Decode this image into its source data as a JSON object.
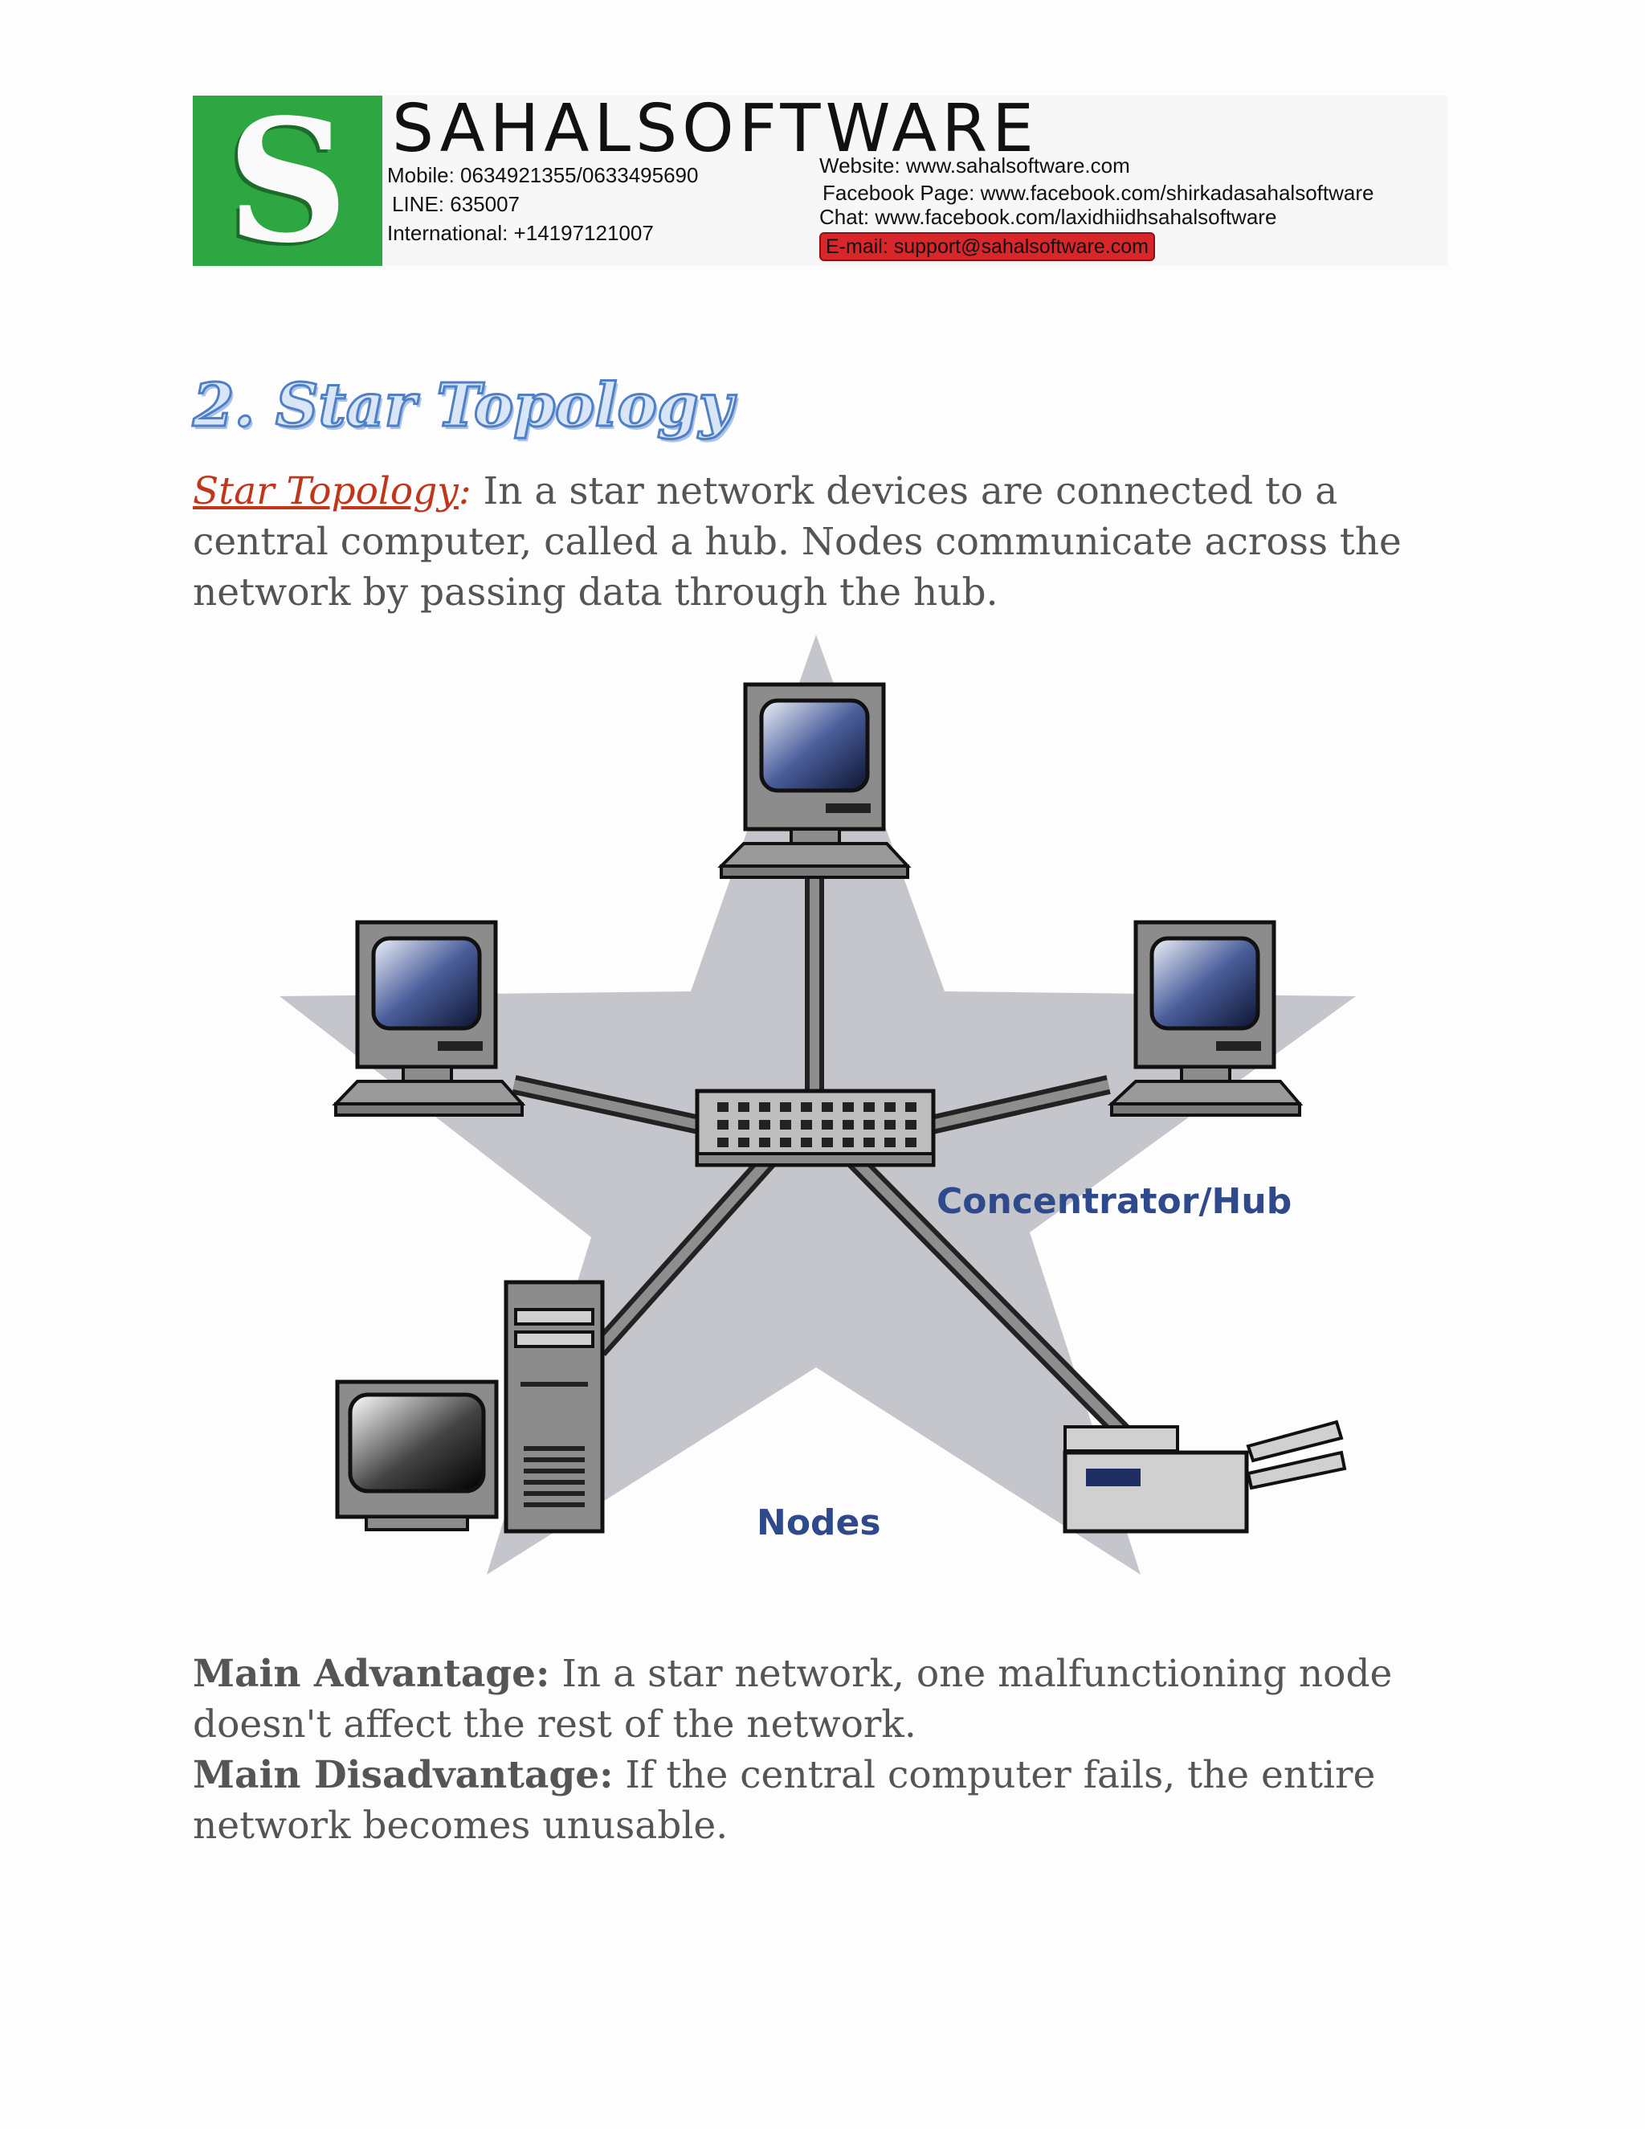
{
  "header": {
    "logo_letter": "S",
    "company": "SAHALSOFTWARE",
    "mobile": "Mobile: 0634921355/0633495690",
    "line": "LINE: 635007",
    "international": "International: +14197121007",
    "website": "Website: www.sahalsoftware.com",
    "facebook": "Facebook Page: www.facebook.com/shirkadasahalsoftware",
    "chat": "Chat: www.facebook.com/laxidhiidhsahalsoftware",
    "email": "E-mail: support@sahalsoftware.com",
    "colors": {
      "logo_green": "#2ea742",
      "email_red": "#d8262a"
    }
  },
  "section": {
    "heading": "2. Star Topology",
    "definition_term": "Star Topology",
    "definition_colon": ":",
    "definition_text": " In a star network devices are connected to a central computer, called a hub. Nodes communicate across the network by passing data through the hub."
  },
  "diagram": {
    "hub_label": "Concentrator/Hub",
    "nodes_label": "Nodes",
    "icons": [
      "monitor-icon",
      "monitor-icon",
      "monitor-icon",
      "hub-icon",
      "desktop-tower-icon",
      "printer-icon",
      "star-shape"
    ]
  },
  "notes": {
    "advantage_label": "Main Advantage:",
    "advantage_text": " In a star network, one malfunctioning node doesn't affect the rest of the network.",
    "disadvantage_label": "Main Disadvantage:",
    "disadvantage_text": " If the central computer fails, the entire network becomes unusable."
  }
}
